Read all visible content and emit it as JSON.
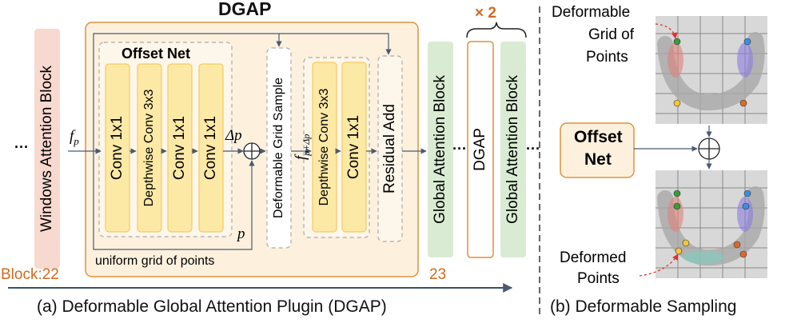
{
  "title": "DGAP",
  "repeat_label": "× 2",
  "blocks": {
    "windows_attention": "Windows Attention Block",
    "global_attention_1": "Global Attention Block",
    "dgap_small": "DGAP",
    "global_attention_2": "Global Attention Block",
    "dots_left": "···",
    "dots_mid": "···",
    "dots_right": "···"
  },
  "offset_net": {
    "title": "Offset Net",
    "layers": [
      "Conv 1x1",
      "Depthwise Conv 3x3",
      "Conv 1x1",
      "Conv 1x1"
    ]
  },
  "dgap_inner": {
    "grid_sample": "Deformable Grid Sample",
    "dwconv": "Depthwise Conv 3x3",
    "conv": "Conv 1x1",
    "residual": "Residual Add",
    "uniform_grid": "uniform grid of points"
  },
  "math": {
    "fp_main": "f",
    "fp_sub": "p",
    "delta_p": "Δp",
    "p": "p",
    "fpd_main": "f",
    "fpd_sub": "p+Δp"
  },
  "block_labels": {
    "left": "Block:22",
    "right": "23"
  },
  "captions": {
    "a": "(a) Deformable Global Attention Plugin (DGAP)",
    "b": "(b) Deformable Sampling"
  },
  "right_panel": {
    "top_label_line1": "Deformable",
    "top_label_line2": "Grid of",
    "top_label_line3": "Points",
    "offset_net_line1": "Offset",
    "offset_net_line2": "Net",
    "bottom_label_line1": "Deformed",
    "bottom_label_line2": "Points"
  },
  "colors": {
    "yellow": "#fce9a6",
    "yellow_border": "#f3c34b",
    "orange_fill": "#fdf1de",
    "orange_border": "#e0913a",
    "pink": "#f8d9cf",
    "green": "#d9ecd3",
    "accent_text": "#d2691e",
    "arrow": "#3b5068"
  }
}
